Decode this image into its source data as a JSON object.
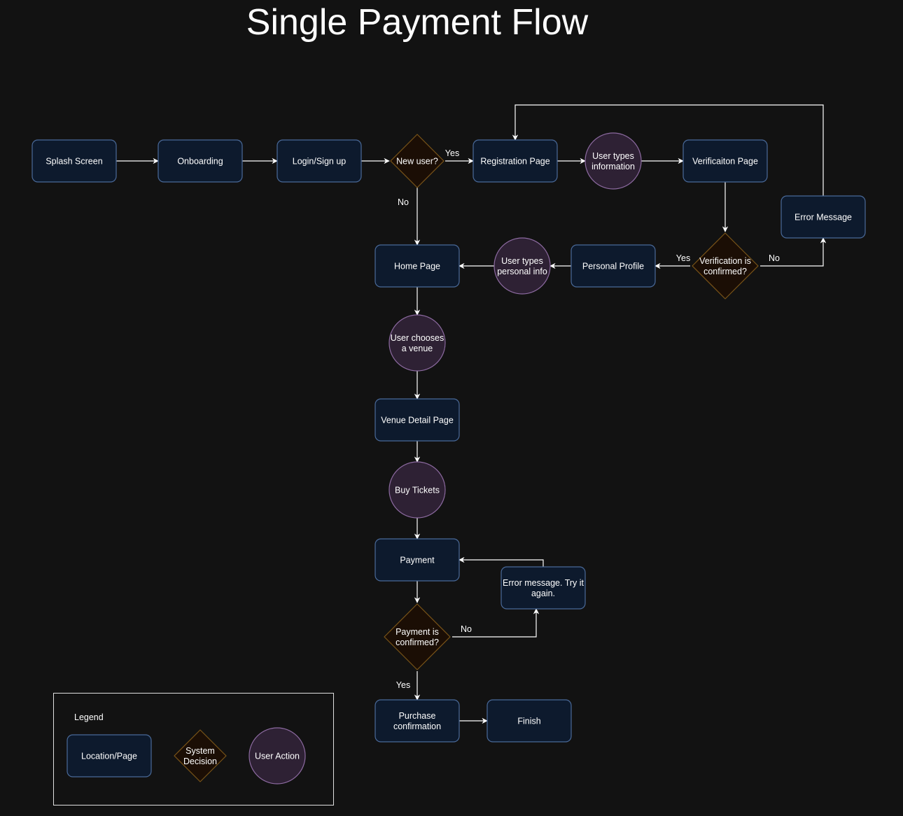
{
  "title": "Single Payment Flow",
  "colors": {
    "background": "#121212",
    "page_fill": "#0d1a2d",
    "page_stroke": "#4a6a99",
    "decision_fill": "#1b0e05",
    "decision_stroke": "#7a5418",
    "action_fill": "#2e2134",
    "action_stroke": "#8c6aa0",
    "edge": "#ffffff"
  },
  "nodes": [
    {
      "id": "splash",
      "type": "page",
      "lines": [
        "Splash Screen"
      ]
    },
    {
      "id": "onboarding",
      "type": "page",
      "lines": [
        "Onboarding"
      ]
    },
    {
      "id": "login",
      "type": "page",
      "lines": [
        "Login/Sign up"
      ]
    },
    {
      "id": "newuser",
      "type": "decision",
      "lines": [
        "New user?"
      ]
    },
    {
      "id": "registration",
      "type": "page",
      "lines": [
        "Registration Page"
      ]
    },
    {
      "id": "typesinfo",
      "type": "action",
      "lines": [
        "User types",
        "information"
      ]
    },
    {
      "id": "verification",
      "type": "page",
      "lines": [
        "Verificaiton Page"
      ]
    },
    {
      "id": "errormsg",
      "type": "page",
      "lines": [
        "Error Message"
      ]
    },
    {
      "id": "verified",
      "type": "decision",
      "lines": [
        "Verification is",
        "confirmed?"
      ]
    },
    {
      "id": "profile",
      "type": "page",
      "lines": [
        "Personal Profile"
      ]
    },
    {
      "id": "typespersonal",
      "type": "action",
      "lines": [
        "User types",
        "personal info"
      ]
    },
    {
      "id": "home",
      "type": "page",
      "lines": [
        "Home Page"
      ]
    },
    {
      "id": "choosevenue",
      "type": "action",
      "lines": [
        "User chooses",
        "a venue"
      ]
    },
    {
      "id": "venuedetail",
      "type": "page",
      "lines": [
        "Venue Detail Page"
      ]
    },
    {
      "id": "buytickets",
      "type": "action",
      "lines": [
        "Buy Tickets"
      ]
    },
    {
      "id": "payment",
      "type": "page",
      "lines": [
        "Payment"
      ]
    },
    {
      "id": "payerror",
      "type": "page",
      "lines": [
        "Error message. Try it",
        "again."
      ]
    },
    {
      "id": "payconfirmed",
      "type": "decision",
      "lines": [
        "Payment is",
        "confirmed?"
      ]
    },
    {
      "id": "purchase",
      "type": "page",
      "lines": [
        "Purchase",
        "confirmation"
      ]
    },
    {
      "id": "finish",
      "type": "page",
      "lines": [
        "Finish"
      ]
    }
  ],
  "edges": [
    {
      "from": "splash",
      "to": "onboarding",
      "label": ""
    },
    {
      "from": "onboarding",
      "to": "login",
      "label": ""
    },
    {
      "from": "login",
      "to": "newuser",
      "label": ""
    },
    {
      "from": "newuser",
      "to": "registration",
      "label": "Yes"
    },
    {
      "from": "newuser",
      "to": "home",
      "label": "No"
    },
    {
      "from": "registration",
      "to": "typesinfo",
      "label": ""
    },
    {
      "from": "typesinfo",
      "to": "verification",
      "label": ""
    },
    {
      "from": "verification",
      "to": "verified",
      "label": ""
    },
    {
      "from": "verified",
      "to": "profile",
      "label": "Yes"
    },
    {
      "from": "verified",
      "to": "errormsg",
      "label": "No"
    },
    {
      "from": "errormsg",
      "to": "registration",
      "label": ""
    },
    {
      "from": "profile",
      "to": "typespersonal",
      "label": ""
    },
    {
      "from": "typespersonal",
      "to": "home",
      "label": ""
    },
    {
      "from": "home",
      "to": "choosevenue",
      "label": ""
    },
    {
      "from": "choosevenue",
      "to": "venuedetail",
      "label": ""
    },
    {
      "from": "venuedetail",
      "to": "buytickets",
      "label": ""
    },
    {
      "from": "buytickets",
      "to": "payment",
      "label": ""
    },
    {
      "from": "payment",
      "to": "payconfirmed",
      "label": ""
    },
    {
      "from": "payconfirmed",
      "to": "payerror",
      "label": "No"
    },
    {
      "from": "payerror",
      "to": "payment",
      "label": ""
    },
    {
      "from": "payconfirmed",
      "to": "purchase",
      "label": "Yes"
    },
    {
      "from": "purchase",
      "to": "finish",
      "label": ""
    }
  ],
  "legend": {
    "title": "Legend",
    "items": [
      {
        "type": "page",
        "lines": [
          "Location/Page"
        ]
      },
      {
        "type": "decision",
        "lines": [
          "System",
          "Decision"
        ]
      },
      {
        "type": "action",
        "lines": [
          "User Action"
        ]
      }
    ]
  }
}
